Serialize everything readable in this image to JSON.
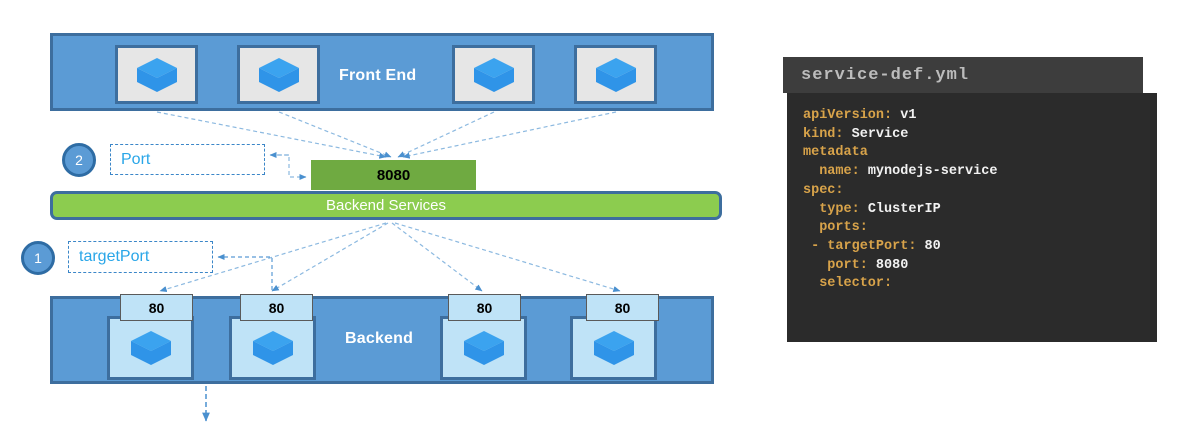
{
  "diagram": {
    "frontend": {
      "label": "Front End",
      "pods": [
        {
          "icon": "cube-icon"
        },
        {
          "icon": "cube-icon"
        },
        {
          "icon": "cube-icon"
        },
        {
          "icon": "cube-icon"
        }
      ]
    },
    "service": {
      "port_box_value": "8080",
      "bar_label": "Backend Services"
    },
    "backend": {
      "label": "Backend",
      "pods": [
        {
          "icon": "cube-icon",
          "port": "80"
        },
        {
          "icon": "cube-icon",
          "port": "80"
        },
        {
          "icon": "cube-icon",
          "port": "80"
        },
        {
          "icon": "cube-icon",
          "port": "80"
        }
      ]
    },
    "callouts": [
      {
        "step": "2",
        "label": "Port"
      },
      {
        "step": "1",
        "label": "targetPort"
      }
    ],
    "colors": {
      "tier_fill": "#5b9bd5",
      "tier_border": "#3d6e9e",
      "frontend_pod_fill": "#e6e6e6",
      "backend_pod_fill": "#bfe3f7",
      "service_bar_fill": "#8ccc4f",
      "service_port_fill": "#6faa41",
      "cube_top": "#3ba3ef",
      "cube_left": "#2f94e8",
      "cube_right": "#2f94e8",
      "connector": "#5b9bd5",
      "callout_text": "#29a6e8",
      "callout_border": "#3b86c8"
    }
  },
  "yaml": {
    "filename": "service-def.yml",
    "lines": [
      {
        "key": "apiVersion:",
        "value": " v1",
        "indent": 0
      },
      {
        "key": "kind:",
        "value": " Service",
        "indent": 0
      },
      {
        "key": "metadata",
        "value": "",
        "indent": 0
      },
      {
        "key": "name:",
        "value": " mynodejs-service",
        "indent": 1
      },
      {
        "key": "spec:",
        "value": "",
        "indent": 0
      },
      {
        "key": "type:",
        "value": " ClusterIP",
        "indent": 1
      },
      {
        "key": "ports:",
        "value": "",
        "indent": 1
      },
      {
        "key": "- targetPort:",
        "value": " 80",
        "indent": 0.5
      },
      {
        "key": "port:",
        "value": " 8080",
        "indent": 1.5
      },
      {
        "key": "selector:",
        "value": "",
        "indent": 1
      }
    ],
    "colors": {
      "header_bg": "#3d3d3d",
      "body_bg": "#2b2b2b",
      "key_color": "#d8a34a",
      "value_color": "#f2f2f2",
      "filename_color": "#bcbcbc"
    }
  }
}
